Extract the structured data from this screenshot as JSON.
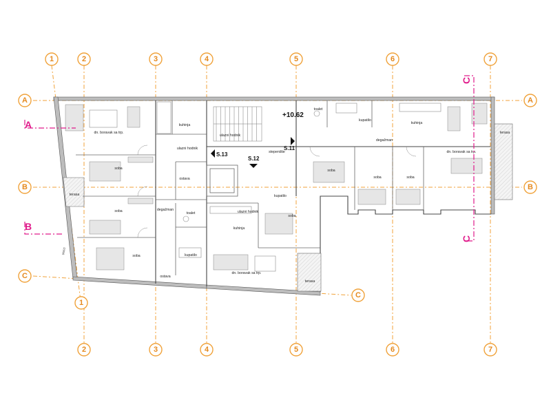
{
  "plan": {
    "grid_columns": [
      "1",
      "2",
      "3",
      "4",
      "5",
      "6",
      "7"
    ],
    "grid_rows": [
      "A",
      "B",
      "C"
    ],
    "section_cuts": [
      "A",
      "B",
      "C"
    ],
    "elevation": "+10.62",
    "section_marks": [
      "S.11",
      "S.12",
      "S.13"
    ],
    "dimension_label": "9/56/2",
    "rooms": {
      "dnevni_left": "dn. boravak sa trp.",
      "kuhinja_left": "kuhinja",
      "ulazni_hodnik_left": "ulazni hodnik",
      "soba_1": "soba",
      "soba_2": "soba",
      "soba_3": "soba",
      "ostava_1": "ostava",
      "ostava_2": "ostava",
      "degazman_left": "degažman",
      "toalet_left": "toalet",
      "kupatilo_left": "kupatilo",
      "terasa_left": "terasa",
      "stepeniste": "stepenište",
      "toalet_top": "toalet",
      "kupatilo_top": "kupatilo",
      "kuhinja_right": "kuhinja",
      "degazman_right": "degažman",
      "dnevni_right": "dn. boravak sa trp.",
      "terasa_right": "terasa",
      "soba_r1": "soba",
      "soba_r2": "soba",
      "soba_r3": "soba",
      "kupatilo_mid": "kupatilo",
      "ulazni_hodnik_mid": "ulazni hodnik",
      "kuhinja_mid": "kuhinja",
      "soba_mid": "soba",
      "dnevni_mid": "dn. boravak sa trp.",
      "ulazni_hodnik_bottom": "ulazni hodnik",
      "terasa_bottom": "terasa"
    }
  }
}
